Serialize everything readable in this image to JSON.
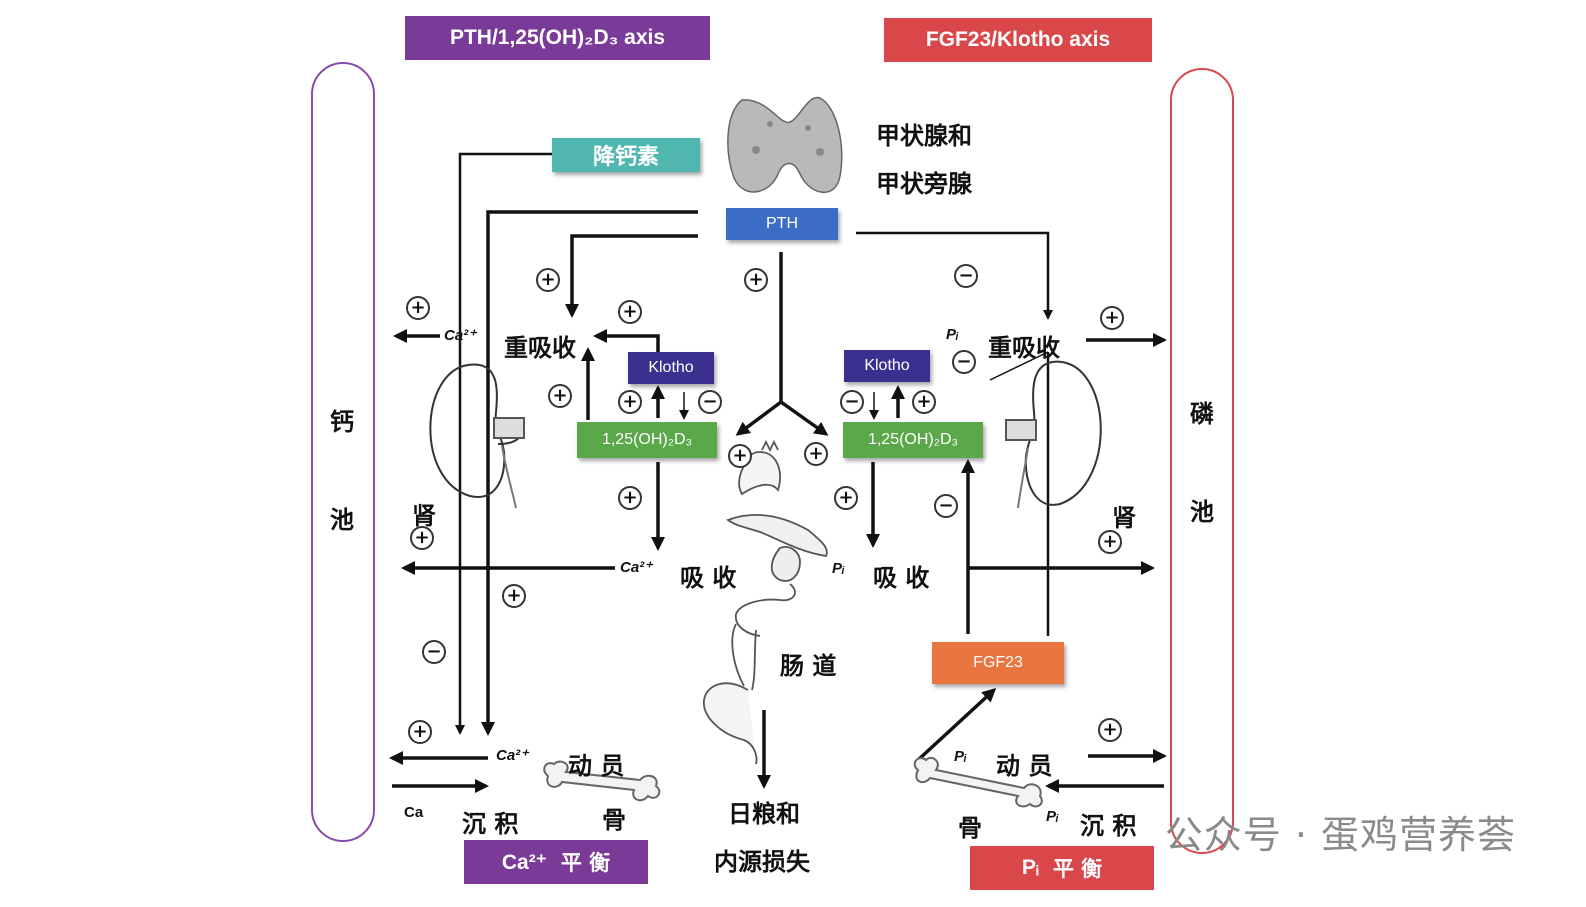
{
  "headers": {
    "left": "PTH/1,25(OH)₂D₃ axis",
    "right": "FGF23/Klotho axis"
  },
  "colors": {
    "purple": "#7a3a98",
    "red": "#d9474b",
    "teal": "#4fb7b0",
    "blue": "#3b6cc6",
    "indigo": "#3b2f8f",
    "green": "#5aa84a",
    "orange": "#e8743f"
  },
  "boxes": {
    "calcitonin": "降钙素",
    "pth": "PTH",
    "klotho_left": "Klotho",
    "klotho_right": "Klotho",
    "vitd_left": "1,25(OH)₂D₃",
    "vitd_right": "1,25(OH)₂D₃",
    "fgf23": "FGF23"
  },
  "glands": {
    "line1": "甲状腺和",
    "line2": "甲状旁腺"
  },
  "labels": {
    "reabsorb_left": "重吸收",
    "reabsorb_right": "重吸收",
    "absorb_left": "吸 收",
    "absorb_right": "吸 收",
    "kidney_left": "肾",
    "kidney_right": "肾",
    "intestine": "肠 道",
    "mobilize_left": "动 员",
    "mobilize_right": "动 员",
    "deposit_left": "沉 积",
    "deposit_right": "沉 积",
    "bone_left": "骨",
    "bone_right": "骨",
    "loss_line1": "日粮和",
    "loss_line2": "内源损失"
  },
  "ions": {
    "ca_reabsorb": "Ca²⁺",
    "pi_reabsorb": "Pᵢ",
    "ca_absorb": "Ca²⁺",
    "pi_absorb": "Pᵢ",
    "ca_mobilize": "Ca²⁺",
    "pi_mobilize": "Pᵢ",
    "ca_deposit": "Ca",
    "pi_deposit": "Pᵢ"
  },
  "pools": {
    "calcium": [
      "钙",
      "池"
    ],
    "phosphorus": [
      "磷",
      "池"
    ]
  },
  "footers": {
    "ca_ion": "Ca²⁺",
    "ca_text": "平 衡",
    "pi_ion": "Pᵢ",
    "pi_text": "平 衡"
  },
  "signs": {
    "plus": "+",
    "minus": "−"
  },
  "watermark": "公众号 · 蛋鸡营养荟"
}
